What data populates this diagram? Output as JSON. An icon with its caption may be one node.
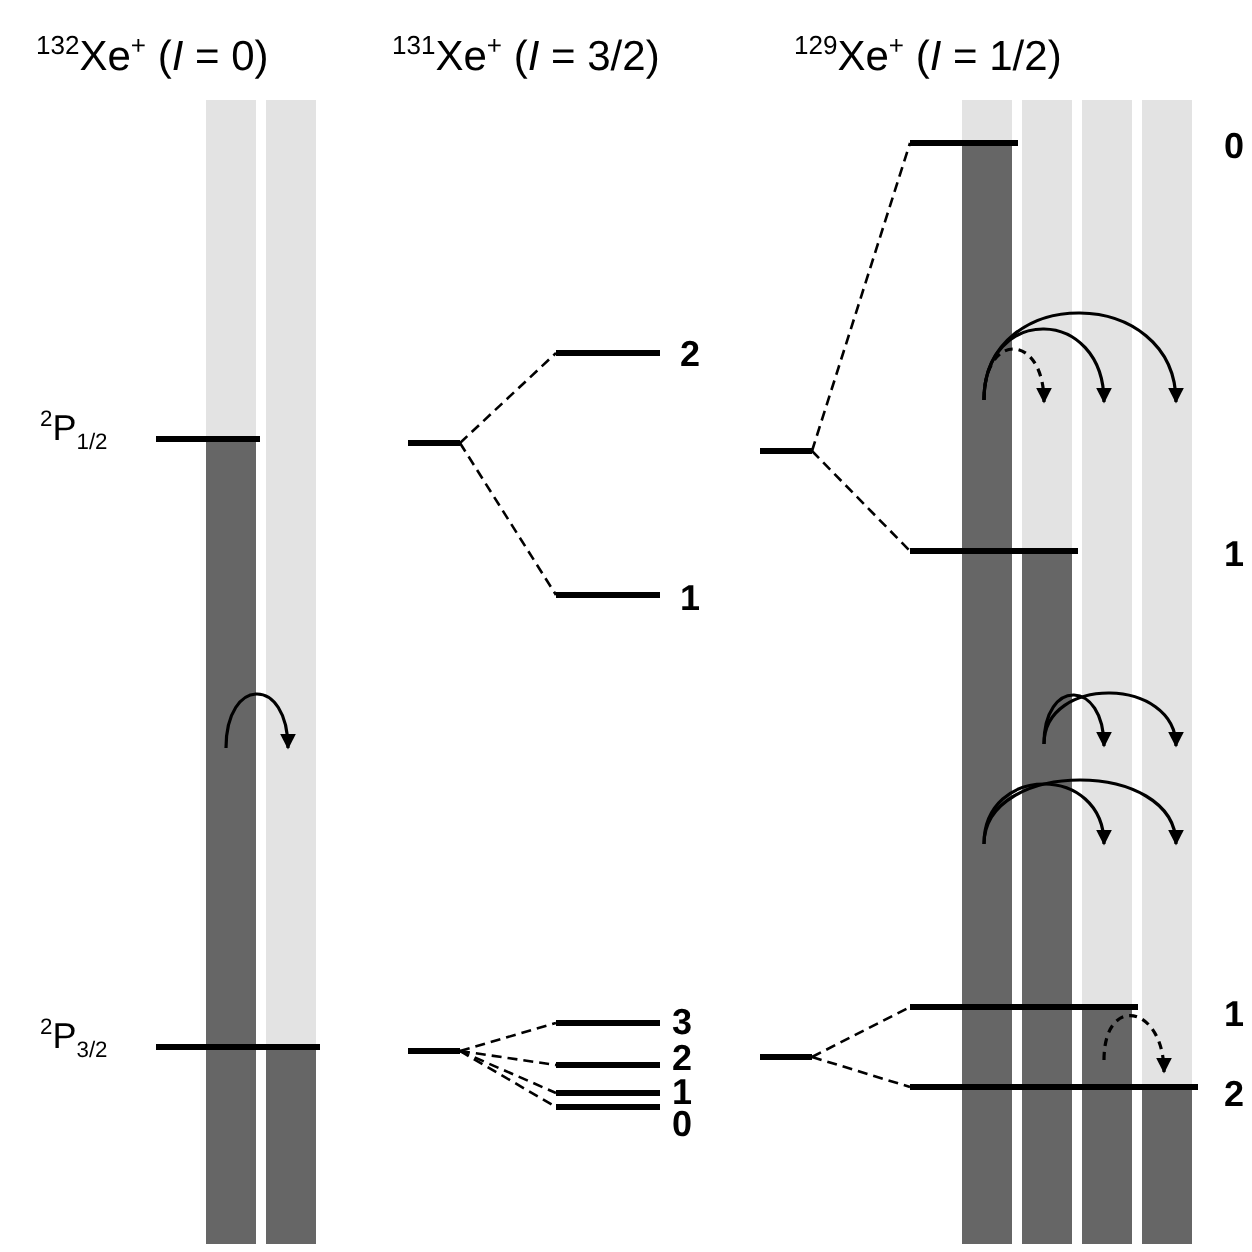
{
  "diagram": {
    "nodes": [
      {
        "text": [],
        "shape": "bar",
        "beside": [
          "$^{2}$P$_{1/2}$"
        ]
      },
      {
        "text": [],
        "shape": "bar",
        "beside": [
          "$^{2}$P$_{3/2}$"
        ]
      },
      {
        "text": [],
        "shape": "bar"
      },
      {
        "text": [],
        "shape": "bar",
        "beside": [
          "2"
        ]
      },
      {
        "text": [],
        "shape": "bar",
        "beside": [
          "1"
        ]
      },
      {
        "text": [],
        "shape": "bar"
      },
      {
        "text": [],
        "shape": "bar",
        "beside": [
          "3"
        ]
      },
      {
        "text": [],
        "shape": "bar",
        "beside": [
          "2"
        ]
      },
      {
        "text": [],
        "shape": "bar",
        "beside": [
          "1"
        ]
      },
      {
        "text": [],
        "shape": "bar",
        "beside": [
          "0"
        ]
      },
      {
        "text": [],
        "shape": "bar"
      },
      {
        "text": [],
        "shape": "bar"
      },
      {
        "text": [],
        "shape": "bar"
      },
      {
        "text": [],
        "shape": "bar"
      },
      {
        "text": [],
        "shape": "bar",
        "beside": [
          "1"
        ]
      },
      {
        "text": [],
        "shape": "bar",
        "beside": [
          "2"
        ]
      }
    ],
    "edges": [
      {
        "from": 2,
        "to": 3,
        "arrow": "none",
        "style": "dashed"
      },
      {
        "from": 2,
        "to": 4,
        "arrow": "none",
        "style": "dashed"
      },
      {
        "from": 5,
        "to": 6,
        "arrow": "none",
        "style": "dashed"
      },
      {
        "from": 5,
        "to": 7,
        "arrow": "none",
        "style": "dashed"
      },
      {
        "from": 5,
        "to": 8,
        "arrow": "none",
        "style": "dashed"
      },
      {
        "from": 5,
        "to": 9,
        "arrow": "none",
        "style": "dashed"
      },
      {
        "from": 10,
        "to": 11,
        "arrow": "none",
        "style": "dashed"
      },
      {
        "from": 10,
        "to": 12,
        "arrow": "none",
        "style": "dashed"
      },
      {
        "from": 13,
        "to": 14,
        "arrow": "none",
        "style": "dashed"
      },
      {
        "from": 13,
        "to": 15,
        "arrow": "none",
        "style": "dashed"
      }
    ],
    "labels": [
      "$^{132}$Xe$^{+}$ (*I* = 0)",
      "$^{131}$Xe$^{+}$ (*I* = 3/2)",
      "$^{129}$Xe$^{+}$ (*I* = 1/2)",
      "0",
      "1"
    ]
  }
}
